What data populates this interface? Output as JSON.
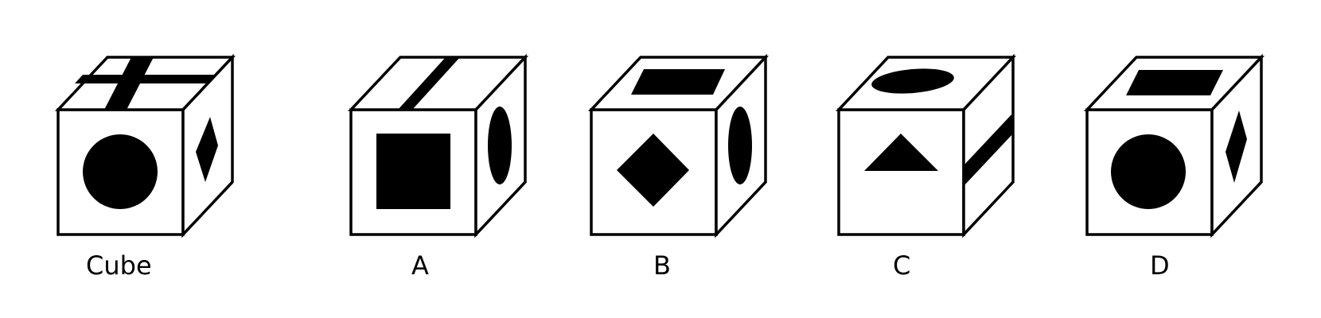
{
  "colors": {
    "stroke": "#000000",
    "fill": "#000000",
    "face": "#ffffff",
    "background": "#ffffff"
  },
  "cubes": [
    {
      "id": "cube",
      "label": "Cube",
      "front": "circle",
      "top": "cross-bars",
      "right": "diamond"
    },
    {
      "id": "a",
      "label": "A",
      "front": "square",
      "top": "diagonal-bar",
      "right": "oval"
    },
    {
      "id": "b",
      "label": "B",
      "front": "diamond",
      "top": "parallelogram",
      "right": "oval"
    },
    {
      "id": "c",
      "label": "C",
      "front": "triangle",
      "top": "ellipse",
      "right": "slanted-bar"
    },
    {
      "id": "d",
      "label": "D",
      "front": "circle",
      "top": "parallelogram",
      "right": "diamond"
    }
  ]
}
